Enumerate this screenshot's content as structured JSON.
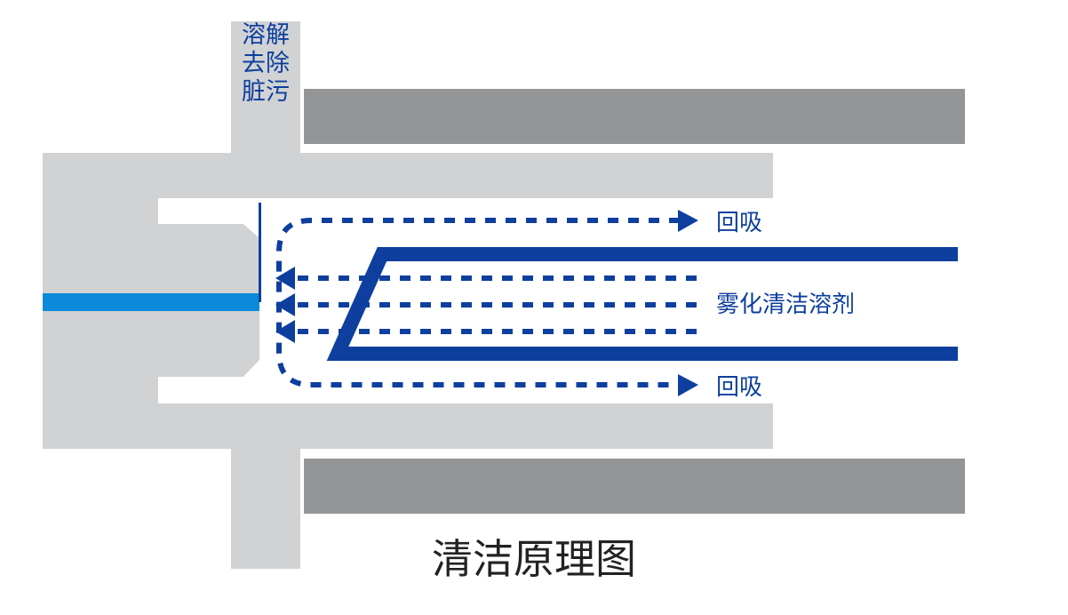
{
  "labels": {
    "dissolve": "溶解去除脏污",
    "suction_top": "回吸",
    "solvent": "雾化清洁溶剂",
    "suction_bottom": "回吸",
    "caption": "清洁原理图"
  },
  "colors": {
    "light_gray": "#d1d2d4",
    "dark_gray": "#939597",
    "navy": "#0e3f9e",
    "cyan": "#0a8ad8",
    "text": "#222222"
  }
}
